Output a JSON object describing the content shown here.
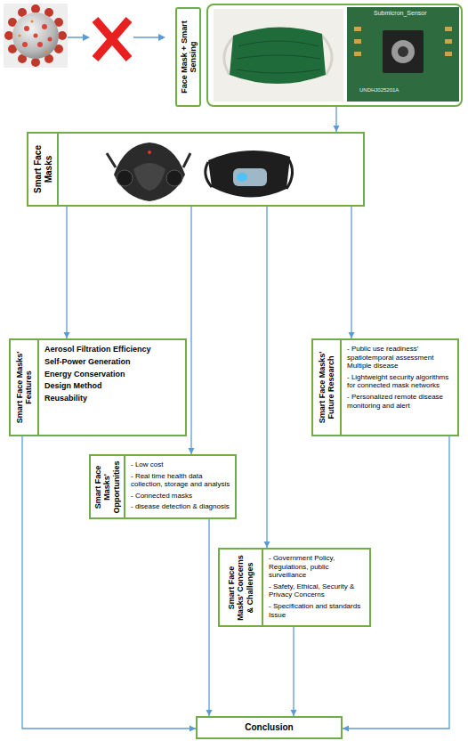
{
  "diagram": {
    "nodes": [
      {
        "text": [
          "Face Mask + Smart Sensing"
        ]
      },
      {
        "text": [
          "Smart Face Masks"
        ]
      },
      {
        "text": [
          "Smart Face Masks' Features",
          "Aerosol Filtration Efficiency",
          "Self-Power Generation",
          "Energy Conservation",
          "Design Method",
          "Reusability"
        ]
      },
      {
        "text": [
          "Smart Face Masks' Future Research",
          "- Public use readiness' spatiotemporal assessment Multiple disease",
          "- Lightweight security algorithms for connected mask networks",
          "- Personalized remote disease monitoring and alert"
        ]
      },
      {
        "text": [
          "Smart Face Masks' Opportunities",
          "- Low cost",
          "- Real time health data collection, storage and analysis",
          "- Connected masks",
          "- disease detection & diagnosis"
        ]
      },
      {
        "text": [
          "Smart Face Masks' Concerns & Challenges",
          "- Government Policy, Regulations, public surveillance",
          "- Safety, Ethical, Security & Privacy Concerns",
          "- Specification and standards Issue"
        ]
      },
      {
        "text": [
          "Conclusion"
        ]
      }
    ],
    "edges": [
      {
        "from": 0,
        "to": 1,
        "arrow": "to"
      },
      {
        "from": 1,
        "to": 2,
        "arrow": "to"
      },
      {
        "from": 1,
        "to": 3,
        "arrow": "to"
      },
      {
        "from": 1,
        "to": 4,
        "arrow": "to"
      },
      {
        "from": 1,
        "to": 5,
        "arrow": "to"
      },
      {
        "from": 2,
        "to": 6,
        "arrow": "to"
      },
      {
        "from": 3,
        "to": 6,
        "arrow": "to"
      },
      {
        "from": 4,
        "to": 6,
        "arrow": "to"
      },
      {
        "from": 5,
        "to": 6,
        "arrow": "to"
      }
    ],
    "labels": [
      "Submicron_Sensor",
      "UNDHJ025201A"
    ]
  }
}
